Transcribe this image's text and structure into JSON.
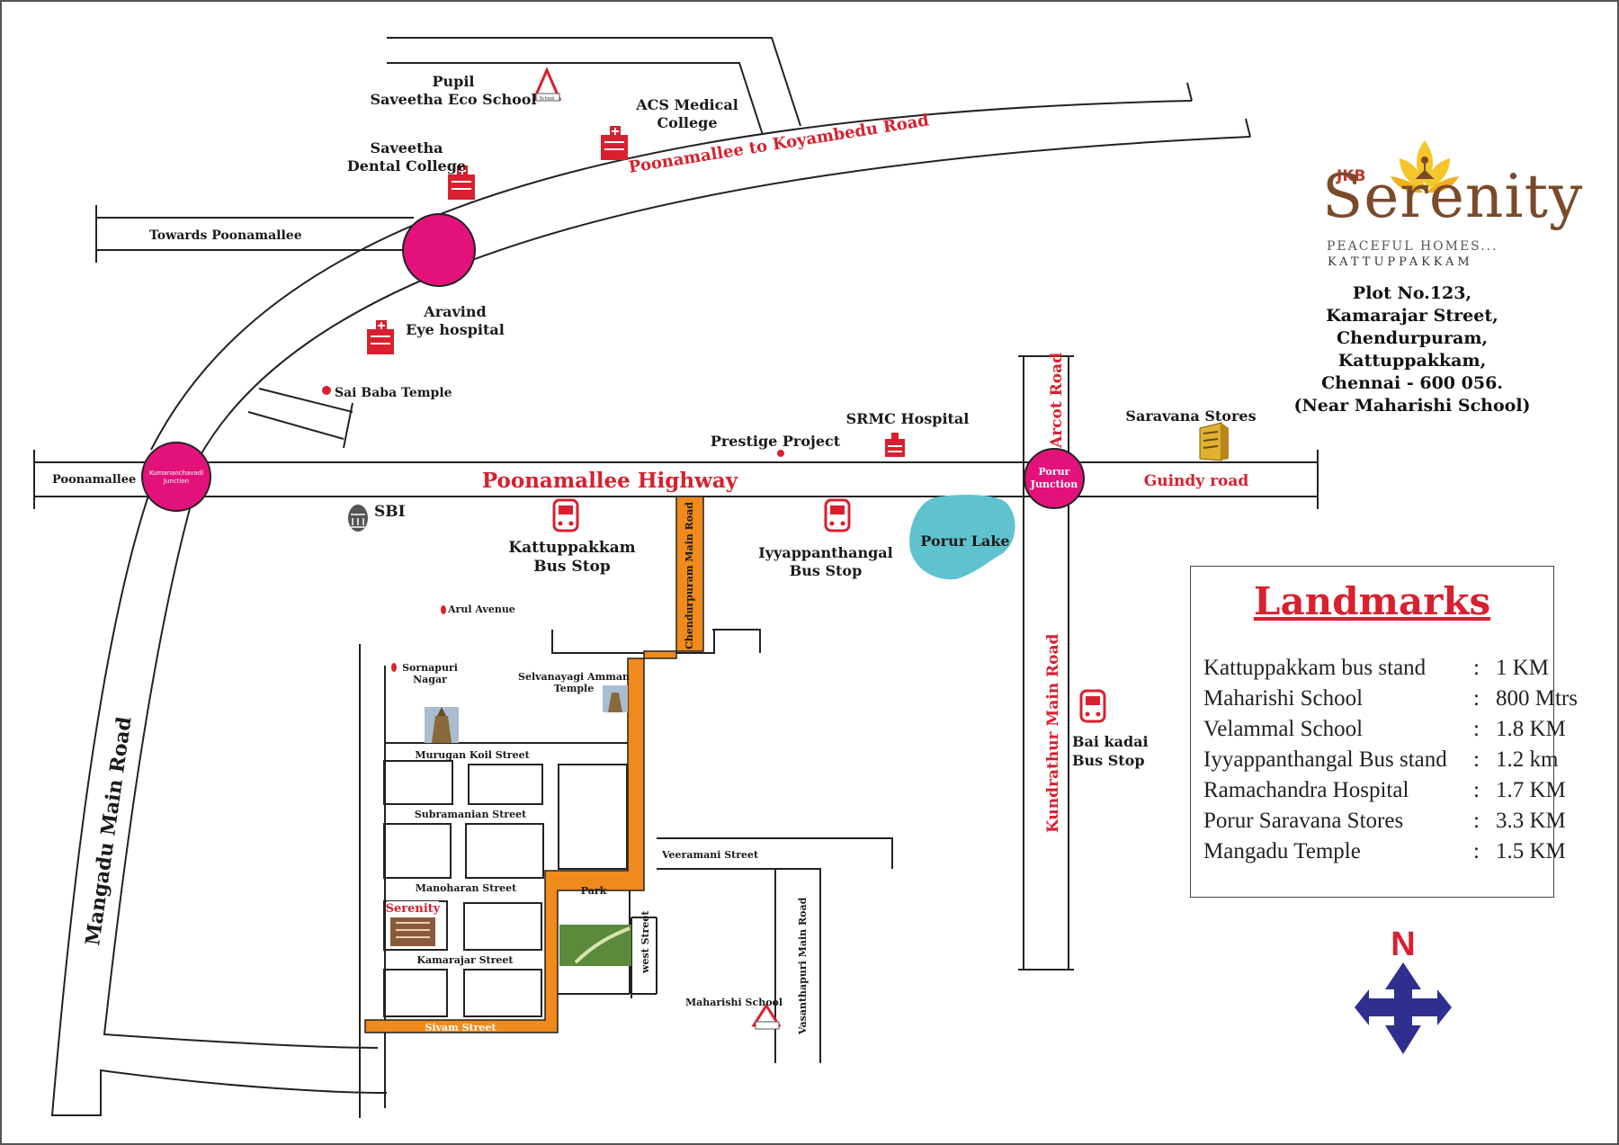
{
  "roads": {
    "poonamallee_highway": "Poonamallee Highway",
    "poonamallee_koyambedu": "Poonamallee to  Koyambedu Road",
    "towards_poonamallee": "Towards Poonamallee",
    "poonamallee_left": "Poonamallee",
    "guindy_road": "Guindy road",
    "arcot_road": "Arcot Road",
    "kundrathur_main_road": "Kundrathur Main Road",
    "mangadu_main_road": "Mangadu Main Road",
    "chendurpuram_main_road": "Chendurpuram Main Road",
    "vasanthapuri_main_road": "Vasanthapuri Main Road",
    "west_street": "west Street",
    "veeramani_street": "Veeramani Street",
    "murugan_koil_street": "Murugan Koil Street",
    "subramanian_street": "Subramanian Street",
    "manoharan_street": "Manoharan Street",
    "kamarajar_street": "Kamarajar Street",
    "sivam_street": "Sivam Street",
    "park": "Park"
  },
  "junctions": {
    "kumananchavadi": [
      "Kumananchavadi",
      "Junction"
    ],
    "porur": [
      "Porur",
      "Junction"
    ]
  },
  "places": {
    "pupil_school": [
      "Pupil",
      "Saveetha Eco School"
    ],
    "acs_medical": [
      "ACS Medical",
      "College"
    ],
    "saveetha_dental": [
      "Saveetha",
      "Dental College"
    ],
    "aravind_eye": [
      "Aravind",
      "Eye hospital"
    ],
    "sai_baba": "Sai Baba Temple",
    "prestige": "Prestige Project",
    "srmc": "SRMC Hospital",
    "saravana": "Saravana Stores",
    "sbi": "SBI",
    "kattuppakkam_bus": [
      "Kattuppakkam",
      "Bus Stop"
    ],
    "iyyappanthangal_bus": [
      "Iyyappanthangal",
      "Bus Stop"
    ],
    "porur_lake": "Porur Lake",
    "arul_avenue": "Arul Avenue",
    "sornapuri": [
      "Sornapuri",
      "Nagar"
    ],
    "selvanayagi": [
      "Selvanayagi Amman",
      "Temple"
    ],
    "bai_kadai": [
      "Bai kadai",
      "Bus Stop"
    ],
    "maharishi_school": "Maharishi School",
    "serenity_marker": "Serenity",
    "school_sign": "School"
  },
  "brand": {
    "small": "JKB",
    "name": "Serenity",
    "tagline": "PEACEFUL HOMES...",
    "location": "KATTUPPAKKAM"
  },
  "address": [
    "Plot No.123,",
    "Kamarajar Street,",
    "Chendurpuram,",
    "Kattuppakkam,",
    "Chennai - 600 056.",
    "(Near Maharishi School)"
  ],
  "landmarks": {
    "title": "Landmarks",
    "rows": [
      {
        "name": "Kattuppakkam bus stand",
        "dist": "1 KM"
      },
      {
        "name": "Maharishi School",
        "dist": "800 Mtrs"
      },
      {
        "name": "Velammal School",
        "dist": "1.8 KM"
      },
      {
        "name": "Iyyappanthangal Bus stand",
        "dist": "1.2 km"
      },
      {
        "name": "Ramachandra Hospital",
        "dist": "1.7 KM"
      },
      {
        "name": "Porur Saravana Stores",
        "dist": "3.3 KM"
      },
      {
        "name": "Mangadu Temple",
        "dist": "1.5 KM"
      }
    ],
    "colon": ":"
  },
  "compass": "N",
  "colors": {
    "accent_red": "#d8202f",
    "junction_pink": "#e3127a",
    "route_orange": "#f08a1c",
    "lake": "#5fc3cf",
    "compass_blue": "#2e2f8f"
  }
}
